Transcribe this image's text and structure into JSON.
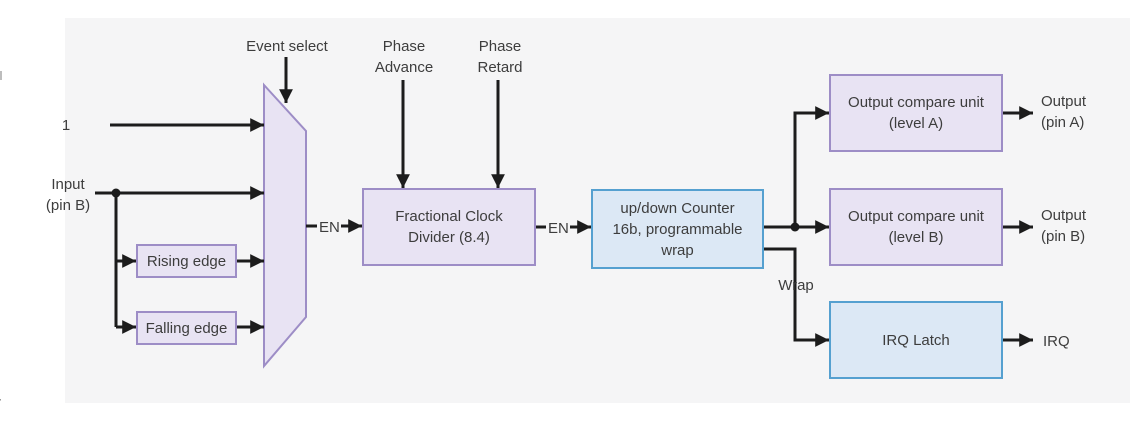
{
  "diagram": {
    "colors": {
      "panel_bg": "#f5f5f6",
      "wire": "#1c1c1c",
      "purple_fill": "#e8e3f3",
      "purple_border": "#9d8dc6",
      "blue_fill": "#dce8f5",
      "blue_border": "#55a0d0",
      "text": "#3d3d3d"
    },
    "labels": {
      "const_one": "1",
      "input_line1": "Input",
      "input_line2": "(pin B)",
      "event_select": "Event select",
      "phase_advance_line1": "Phase",
      "phase_advance_line2": "Advance",
      "phase_retard_line1": "Phase",
      "phase_retard_line2": "Retard",
      "en_mux_out": "EN",
      "en_divider_out": "EN",
      "wrap": "Wrap",
      "output_a_line1": "Output",
      "output_a_line2": "(pin A)",
      "output_b_line1": "Output",
      "output_b_line2": "(pin B)",
      "irq": "IRQ"
    },
    "blocks": {
      "rising_edge": "Rising edge",
      "falling_edge": "Falling edge",
      "divider_line1": "Fractional Clock",
      "divider_line2": "Divider (8.4)",
      "counter_line1": "up/down Counter",
      "counter_line2": "16b, programmable",
      "counter_line3": "wrap",
      "compare_a_line1": "Output compare unit",
      "compare_a_line2": "(level A)",
      "compare_b_line1": "Output compare unit",
      "compare_b_line2": "(level B)",
      "irq_latch": "IRQ Latch"
    },
    "edge_fragments": {
      "mid": "n",
      "bottom": "y"
    }
  }
}
